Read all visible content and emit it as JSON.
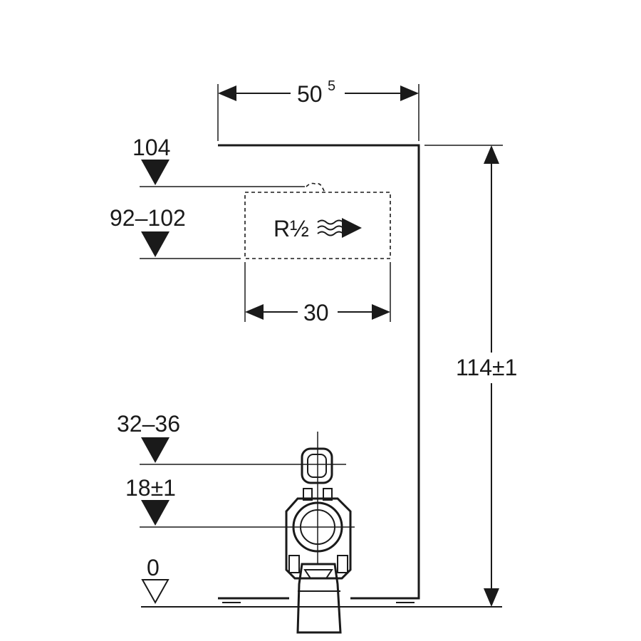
{
  "dimensions": {
    "width_main": "50",
    "width_sup": "5",
    "width_inner": "30",
    "height_total": "114±1"
  },
  "levels": [
    {
      "label": "104"
    },
    {
      "label": "92–102"
    },
    {
      "label": "32–36"
    },
    {
      "label": "18±1"
    },
    {
      "label": "0"
    }
  ],
  "connection_label": "R½"
}
